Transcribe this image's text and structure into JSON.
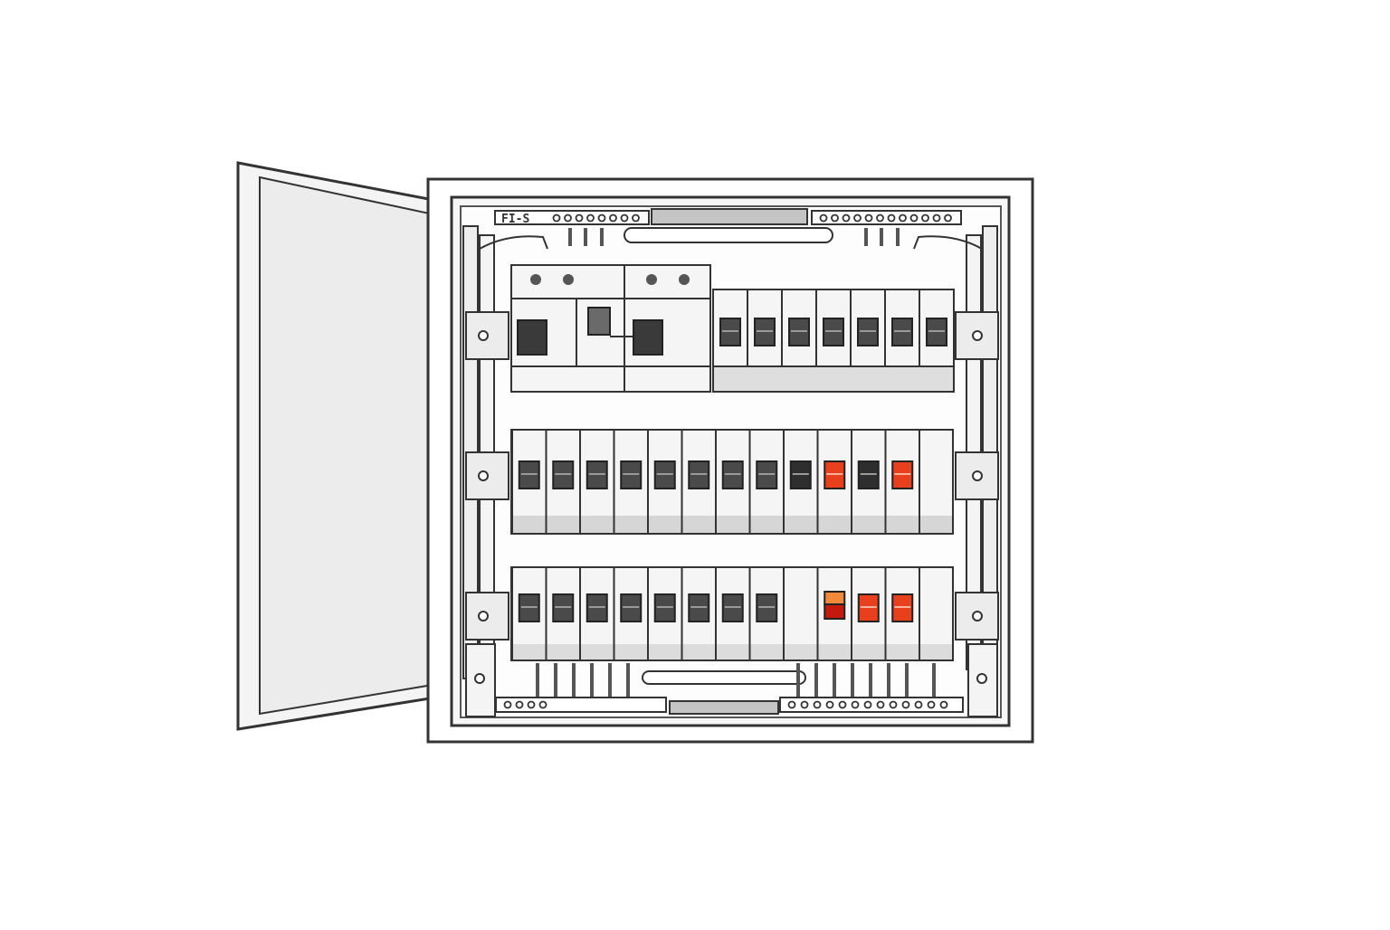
{
  "panel": {
    "top_bus_label": "FI-S",
    "bottom_bus_label": "",
    "colors": {
      "outline": "#333333",
      "metal": "#d9d9d9",
      "frame": "#f4f4f4",
      "module": "#f5f5f5",
      "toggle_dark": "#4a4a4a",
      "toggle_red": "#e8401c",
      "toggle_orange": "#f08a3a"
    }
  },
  "rows": [
    {
      "name": "row-1",
      "rcd_toggles": [
        "rcd-toggle-dark",
        "rcd-toggle-dark"
      ],
      "breakers": [
        "dark",
        "dark",
        "dark",
        "dark",
        "dark",
        "dark",
        "dark"
      ]
    },
    {
      "name": "row-2",
      "breakers": [
        "dark",
        "dark",
        "dark",
        "dark",
        "dark",
        "dark",
        "dark",
        "dark",
        "black",
        "red",
        "black",
        "red",
        "blank"
      ]
    },
    {
      "name": "row-3",
      "breakers": [
        "dark",
        "dark",
        "dark",
        "dark",
        "dark",
        "dark",
        "dark",
        "dark",
        "blank",
        "orange-red",
        "red",
        "red",
        "blank"
      ]
    }
  ]
}
